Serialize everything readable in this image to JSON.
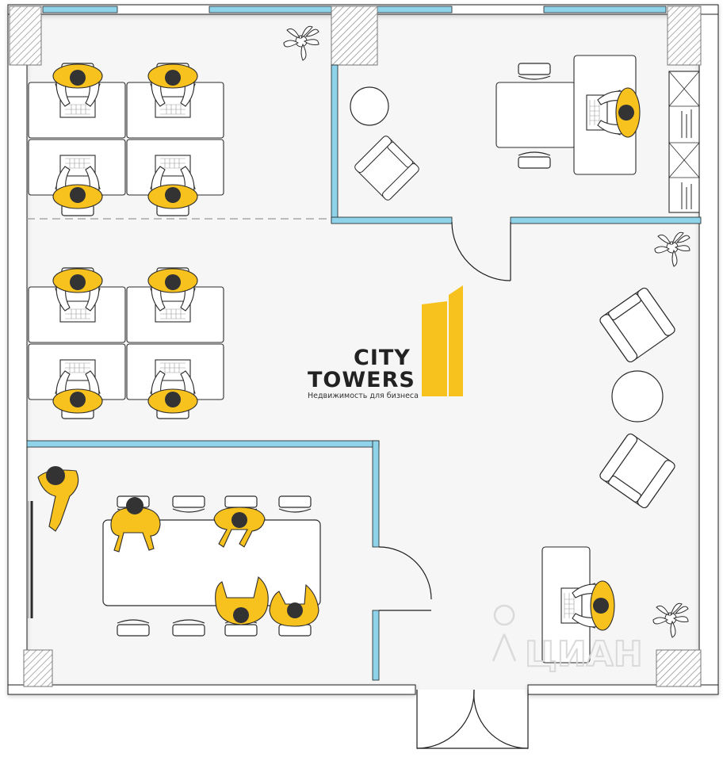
{
  "floor_plan": {
    "logo": {
      "line1": "CITY",
      "line2": "TOWERS",
      "tagline": "Недвижимость для бизнеса",
      "accent_color": "#F8C21E"
    },
    "watermark": {
      "text": "ЦИАН"
    },
    "colors": {
      "wall": "#FFFFFF",
      "wall_outline": "#1E1E1E",
      "glass": "#8FD3EA",
      "floor": "#F6F6F6",
      "furniture": "#FFFFFF",
      "person_shirt": "#F8C21E",
      "person_head": "#333333"
    },
    "icons": [
      "person-at-laptop-icon",
      "plant-icon",
      "armchair-icon",
      "round-table-icon",
      "door-icon"
    ]
  }
}
